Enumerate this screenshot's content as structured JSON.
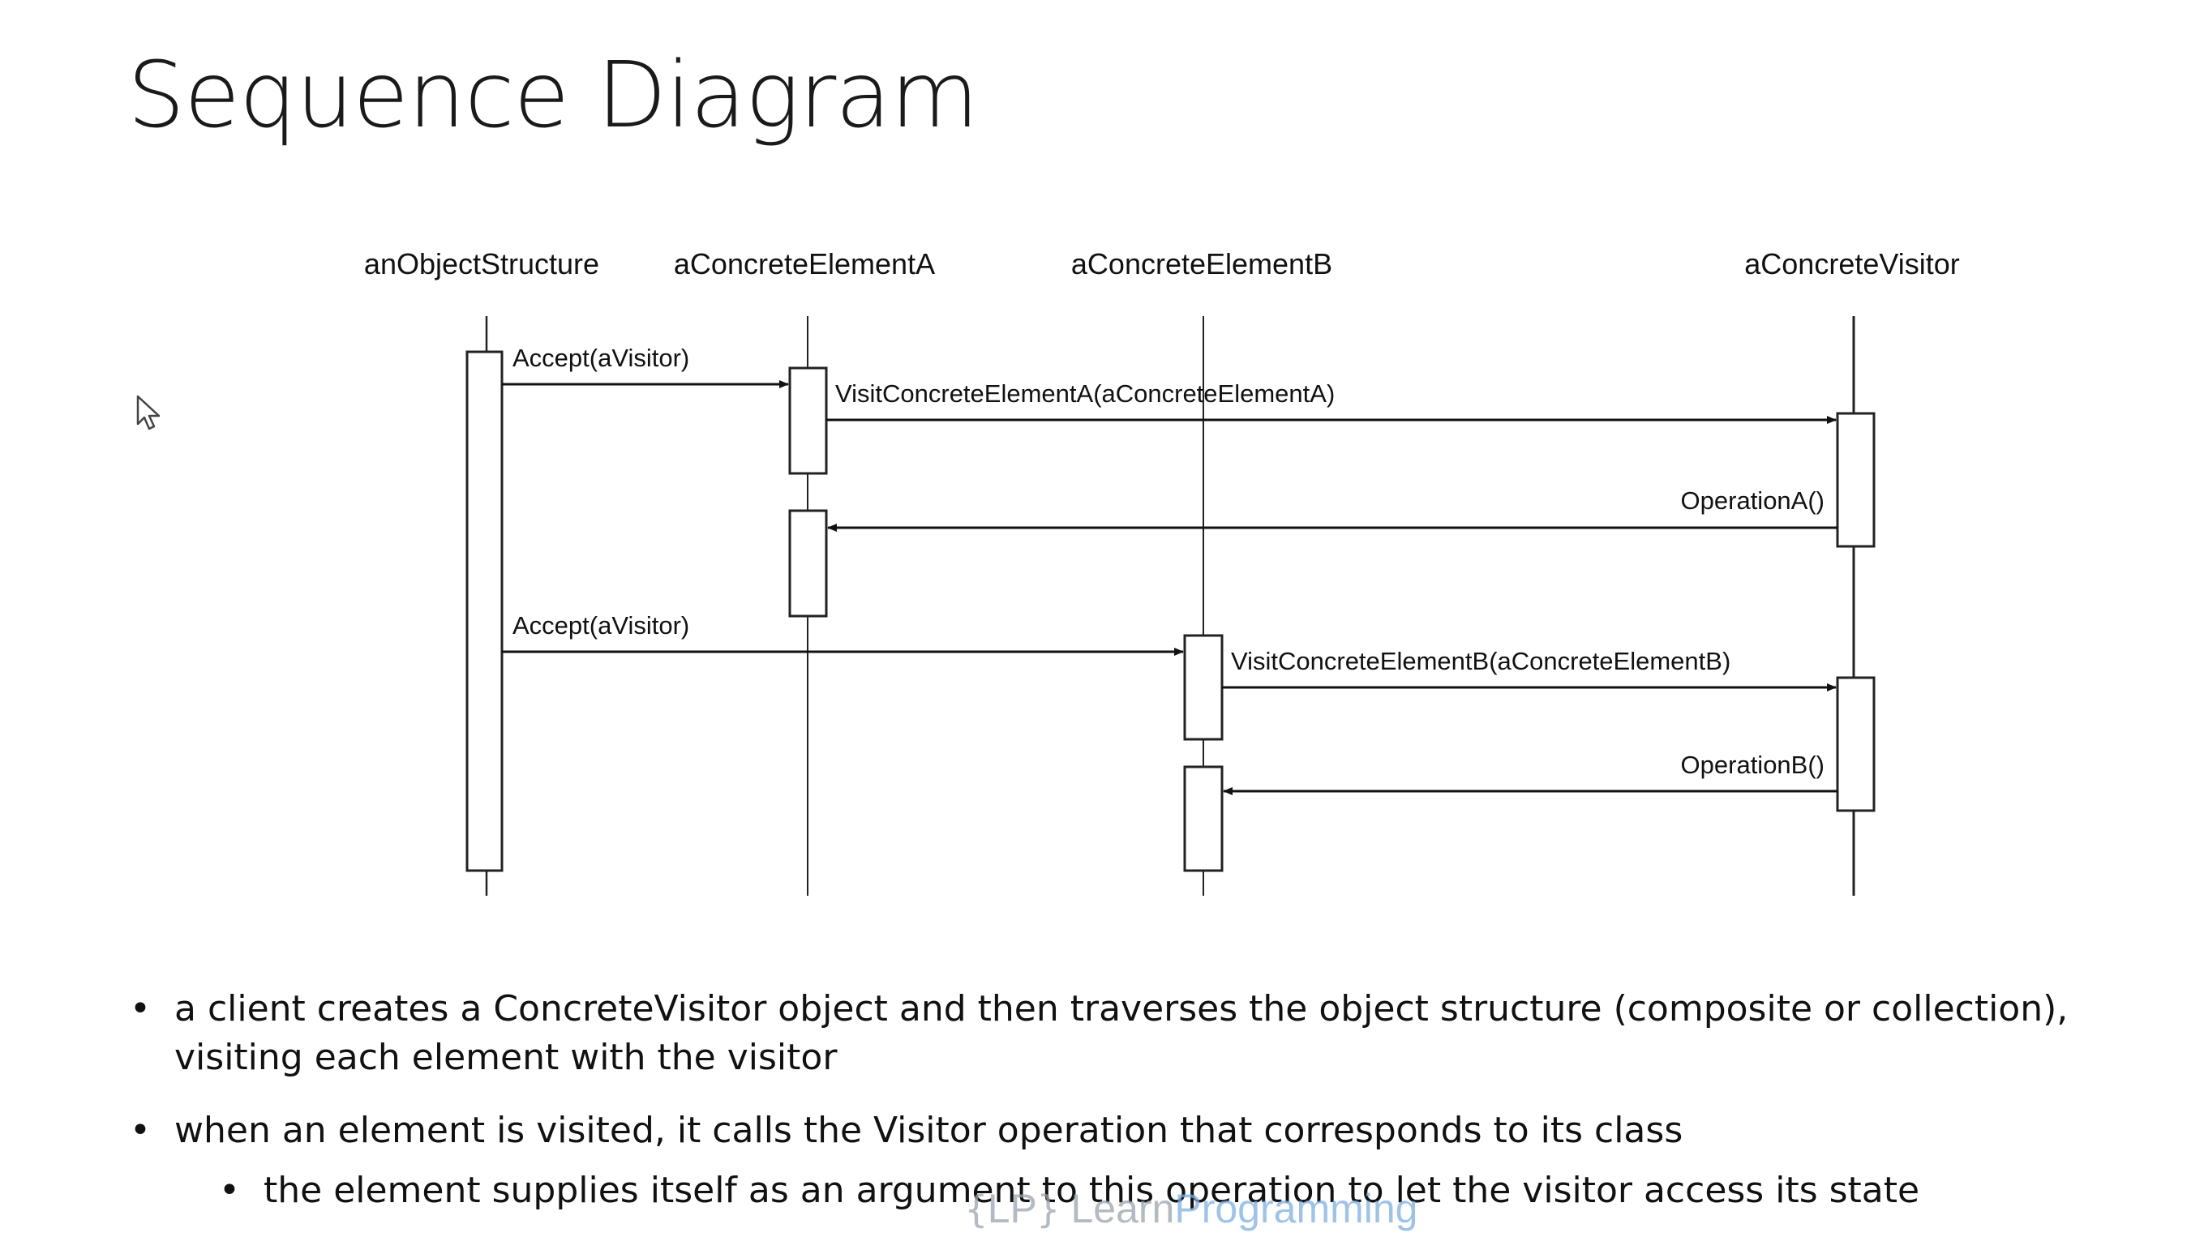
{
  "slide": {
    "title": "Sequence Diagram"
  },
  "diagram": {
    "lifelines": [
      {
        "id": "structure",
        "label": "anObjectStructure"
      },
      {
        "id": "elemA",
        "label": "aConcreteElementA"
      },
      {
        "id": "elemB",
        "label": "aConcreteElementB"
      },
      {
        "id": "visitor",
        "label": "aConcreteVisitor"
      }
    ],
    "messages": [
      {
        "label": "Accept(aVisitor)",
        "from": "structure",
        "to": "elemA"
      },
      {
        "label": "VisitConcreteElementA(aConcreteElementA)",
        "from": "elemA",
        "to": "visitor"
      },
      {
        "label": "OperationA()",
        "from": "visitor",
        "to": "elemA"
      },
      {
        "label": "Accept(aVisitor)",
        "from": "structure",
        "to": "elemB"
      },
      {
        "label": "VisitConcreteElementB(aConcreteElementB)",
        "from": "elemB",
        "to": "visitor"
      },
      {
        "label": "OperationB()",
        "from": "visitor",
        "to": "elemB"
      }
    ]
  },
  "bullets": [
    {
      "text": "a client creates a ConcreteVisitor object and then traverses the object structure (composite or collection), visiting each element with the visitor",
      "level": 1
    },
    {
      "text": "when an element is visited, it calls the Visitor operation that corresponds to its class",
      "level": 1
    },
    {
      "text": "the element supplies itself as an argument to this operation to let the visitor access its state",
      "level": 2
    }
  ],
  "watermark": {
    "brace_open": "{",
    "initials": "LP",
    "brace_close": "}",
    "word1": "Learn",
    "word2": "Programming"
  }
}
